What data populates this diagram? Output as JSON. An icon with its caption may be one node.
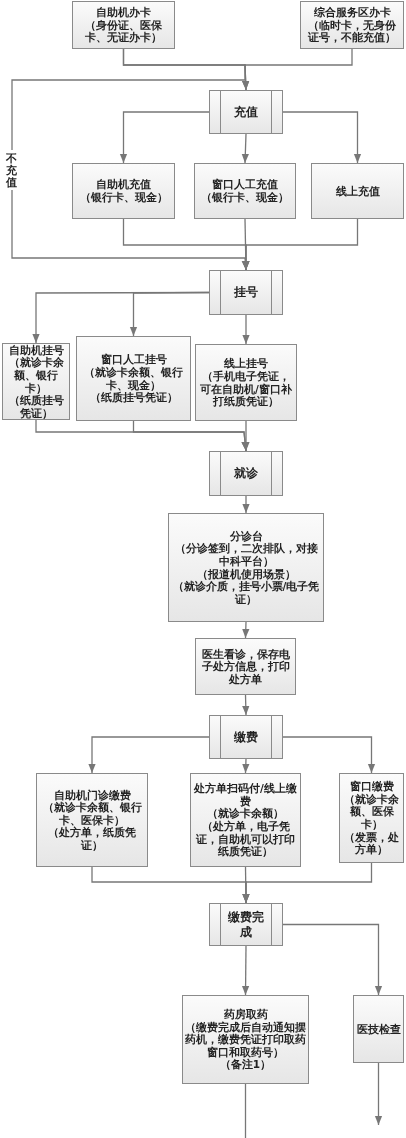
{
  "diagram": {
    "nodes": [
      {
        "text": [
          "自助机办卡",
          "（身份证、医保卡、无证办卡）"
        ]
      },
      {
        "text": [
          "综合服务区办卡",
          "（临时卡，无身份证号，不能充值）"
        ]
      },
      {
        "text": [
          "充值"
        ]
      },
      {
        "text": [
          "自助机充值",
          "（银行卡、现金）"
        ]
      },
      {
        "text": [
          "窗口人工充值",
          "（银行卡、现金）"
        ]
      },
      {
        "text": [
          "线上充值"
        ]
      },
      {
        "text": [
          "挂号"
        ]
      },
      {
        "text": [
          "自助机挂号",
          "（就诊卡余额、银行卡）",
          "（纸质挂号凭证）"
        ]
      },
      {
        "text": [
          "窗口人工挂号",
          "（就诊卡余额、银行卡、现金）",
          "（纸质挂号凭证）"
        ]
      },
      {
        "text": [
          "线上挂号",
          "（手机电子凭证，可在自助机/窗口补打纸质凭证）"
        ]
      },
      {
        "text": [
          "就诊"
        ]
      },
      {
        "text": [
          "分诊台",
          "（分诊签到，二次排队，对接中科平台）",
          "（报道机使用场景）",
          "（就诊介质，挂号小票/电子凭证）"
        ]
      },
      {
        "text": [
          "医生看诊，保存电子处方信息，打印处方单"
        ]
      },
      {
        "text": [
          "缴费"
        ]
      },
      {
        "text": [
          "自助机门诊缴费",
          "（就诊卡余额、银行卡、医保卡）",
          "（处方单，纸质凭证）"
        ]
      },
      {
        "text": [
          "处方单扫码付/线上缴费",
          "（就诊卡余额）",
          "（处方单，电子凭证，自助机可以打印纸质凭证）"
        ]
      },
      {
        "text": [
          "窗口缴费",
          "（就诊卡余额、医保卡）",
          "（发票，处方单）"
        ]
      },
      {
        "text": [
          "缴费完成"
        ]
      },
      {
        "text": [
          "药房取药",
          "（缴费完成后自动通知摆药机，缴费凭证打印取药窗口和取药号）",
          "（备注1）"
        ]
      },
      {
        "text": [
          "医技检查"
        ]
      }
    ],
    "edges": [
      {
        "from": 0,
        "to": 2,
        "arrow": "to"
      },
      {
        "from": 1,
        "to": 2,
        "arrow": "to"
      },
      {
        "from": 0,
        "to": 6,
        "arrow": "to",
        "label": "不充值"
      },
      {
        "from": 2,
        "to": 3,
        "arrow": "to"
      },
      {
        "from": 2,
        "to": 4,
        "arrow": "to"
      },
      {
        "from": 2,
        "to": 5,
        "arrow": "to"
      },
      {
        "from": 3,
        "to": 6,
        "arrow": "to"
      },
      {
        "from": 4,
        "to": 6,
        "arrow": "to"
      },
      {
        "from": 5,
        "to": 6,
        "arrow": "to"
      },
      {
        "from": 6,
        "to": 7,
        "arrow": "to"
      },
      {
        "from": 6,
        "to": 8,
        "arrow": "to"
      },
      {
        "from": 6,
        "to": 9,
        "arrow": "to"
      },
      {
        "from": 7,
        "to": 10,
        "arrow": "to"
      },
      {
        "from": 8,
        "to": 10,
        "arrow": "to"
      },
      {
        "from": 9,
        "to": 10,
        "arrow": "to"
      },
      {
        "from": 10,
        "to": 11,
        "arrow": "to"
      },
      {
        "from": 11,
        "to": 12,
        "arrow": "to"
      },
      {
        "from": 12,
        "to": 13,
        "arrow": "to"
      },
      {
        "from": 13,
        "to": 14,
        "arrow": "to"
      },
      {
        "from": 13,
        "to": 15,
        "arrow": "to"
      },
      {
        "from": 13,
        "to": 16,
        "arrow": "to"
      },
      {
        "from": 14,
        "to": 17,
        "arrow": "to"
      },
      {
        "from": 15,
        "to": 17,
        "arrow": "to"
      },
      {
        "from": 16,
        "to": 17,
        "arrow": "to"
      },
      {
        "from": 17,
        "to": 18,
        "arrow": "to"
      },
      {
        "from": 17,
        "to": 19,
        "arrow": "to"
      },
      {
        "from": 18,
        "to": null,
        "arrow": "none"
      },
      {
        "from": 19,
        "to": null,
        "arrow": "to"
      }
    ]
  }
}
